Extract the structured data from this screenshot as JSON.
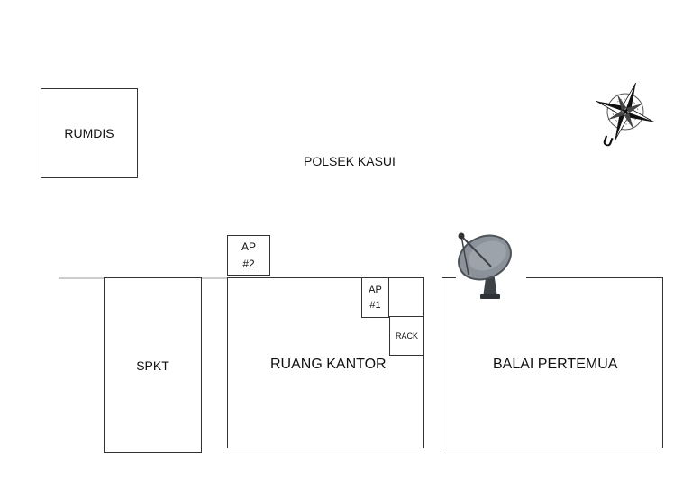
{
  "title": "POLSEK KASUI",
  "buildings": {
    "rumdis": "RUMDIS",
    "spkt": "SPKT",
    "ruang_kantor": "RUANG KANTOR",
    "balai_pertemua": "BALAI PERTEMUA"
  },
  "devices": {
    "ap2": "AP\n#2",
    "ap1": "AP\n#1",
    "rack": "RACK"
  },
  "compass": {
    "north_label": "U",
    "icon": "compass-rose-icon"
  },
  "antenna": {
    "icon": "satellite-dish-icon"
  },
  "colors": {
    "cable": "#e23b3b",
    "outline": "#333333",
    "dish": "#8b9299"
  }
}
